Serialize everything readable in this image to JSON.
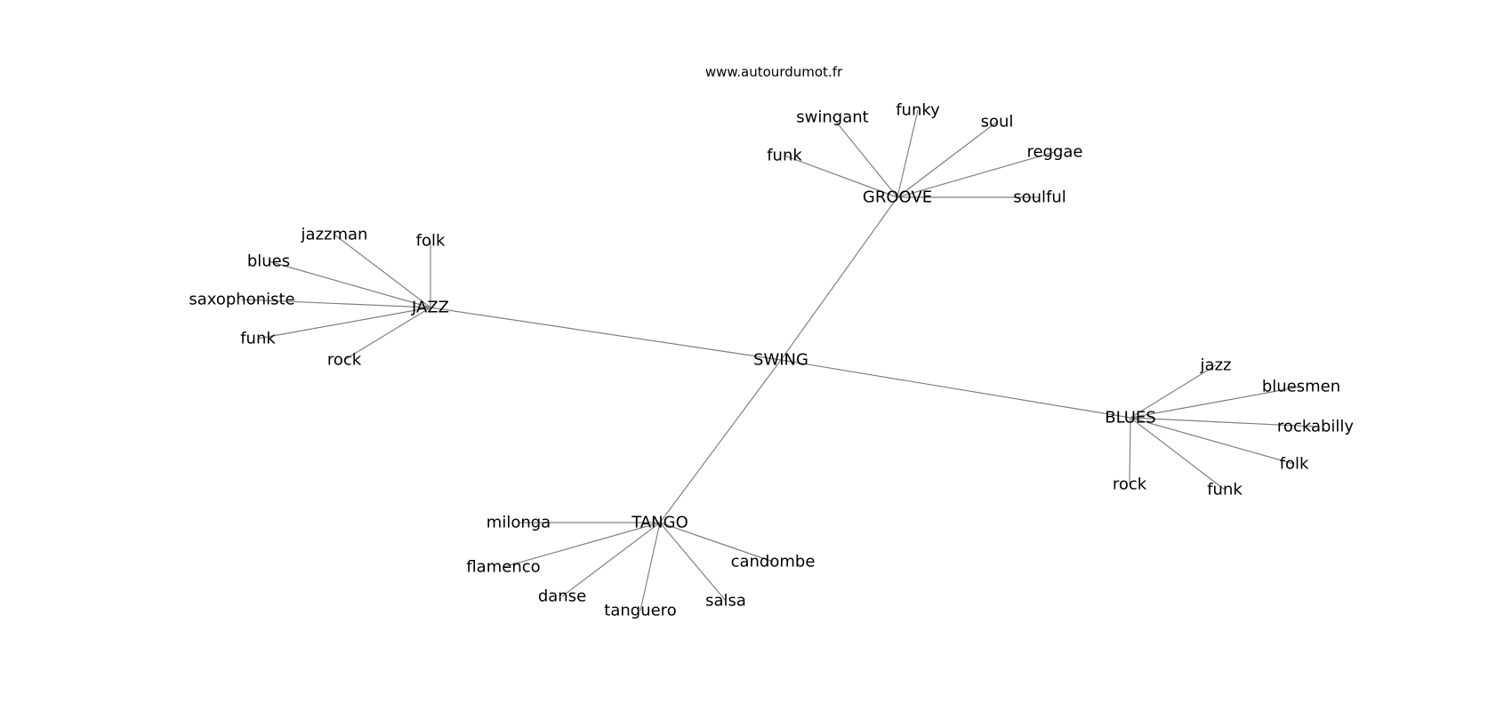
{
  "source": "www.autourdumot.fr",
  "graph": {
    "center": "SWING",
    "nodes": [
      {
        "id": "SWING"
      },
      {
        "id": "GROOVE"
      },
      {
        "id": "JAZZ"
      },
      {
        "id": "BLUES"
      },
      {
        "id": "TANGO"
      },
      {
        "id": "g_funk",
        "label": "funk"
      },
      {
        "id": "g_swingant",
        "label": "swingant"
      },
      {
        "id": "g_funky",
        "label": "funky"
      },
      {
        "id": "g_soul",
        "label": "soul"
      },
      {
        "id": "g_reggae",
        "label": "reggae"
      },
      {
        "id": "g_soulful",
        "label": "soulful"
      },
      {
        "id": "j_jazzman",
        "label": "jazzman"
      },
      {
        "id": "j_folk",
        "label": "folk"
      },
      {
        "id": "j_blues",
        "label": "blues"
      },
      {
        "id": "j_saxophoniste",
        "label": "saxophoniste"
      },
      {
        "id": "j_funk",
        "label": "funk"
      },
      {
        "id": "j_rock",
        "label": "rock"
      },
      {
        "id": "b_jazz",
        "label": "jazz"
      },
      {
        "id": "b_bluesmen",
        "label": "bluesmen"
      },
      {
        "id": "b_rockabilly",
        "label": "rockabilly"
      },
      {
        "id": "b_folk",
        "label": "folk"
      },
      {
        "id": "b_funk",
        "label": "funk"
      },
      {
        "id": "b_rock",
        "label": "rock"
      },
      {
        "id": "t_milonga",
        "label": "milonga"
      },
      {
        "id": "t_flamenco",
        "label": "flamenco"
      },
      {
        "id": "t_danse",
        "label": "danse"
      },
      {
        "id": "t_tanguero",
        "label": "tanguero"
      },
      {
        "id": "t_salsa",
        "label": "salsa"
      },
      {
        "id": "t_candombe",
        "label": "candombe"
      }
    ],
    "edges": [
      [
        "SWING",
        "GROOVE"
      ],
      [
        "SWING",
        "JAZZ"
      ],
      [
        "SWING",
        "BLUES"
      ],
      [
        "SWING",
        "TANGO"
      ],
      [
        "GROOVE",
        "g_funk"
      ],
      [
        "GROOVE",
        "g_swingant"
      ],
      [
        "GROOVE",
        "g_funky"
      ],
      [
        "GROOVE",
        "g_soul"
      ],
      [
        "GROOVE",
        "g_reggae"
      ],
      [
        "GROOVE",
        "g_soulful"
      ],
      [
        "JAZZ",
        "j_jazzman"
      ],
      [
        "JAZZ",
        "j_folk"
      ],
      [
        "JAZZ",
        "j_blues"
      ],
      [
        "JAZZ",
        "j_saxophoniste"
      ],
      [
        "JAZZ",
        "j_funk"
      ],
      [
        "JAZZ",
        "j_rock"
      ],
      [
        "BLUES",
        "b_jazz"
      ],
      [
        "BLUES",
        "b_bluesmen"
      ],
      [
        "BLUES",
        "b_rockabilly"
      ],
      [
        "BLUES",
        "b_folk"
      ],
      [
        "BLUES",
        "b_funk"
      ],
      [
        "BLUES",
        "b_rock"
      ],
      [
        "TANGO",
        "t_milonga"
      ],
      [
        "TANGO",
        "t_flamenco"
      ],
      [
        "TANGO",
        "t_danse"
      ],
      [
        "TANGO",
        "t_tanguero"
      ],
      [
        "TANGO",
        "t_salsa"
      ],
      [
        "TANGO",
        "t_candombe"
      ]
    ]
  }
}
